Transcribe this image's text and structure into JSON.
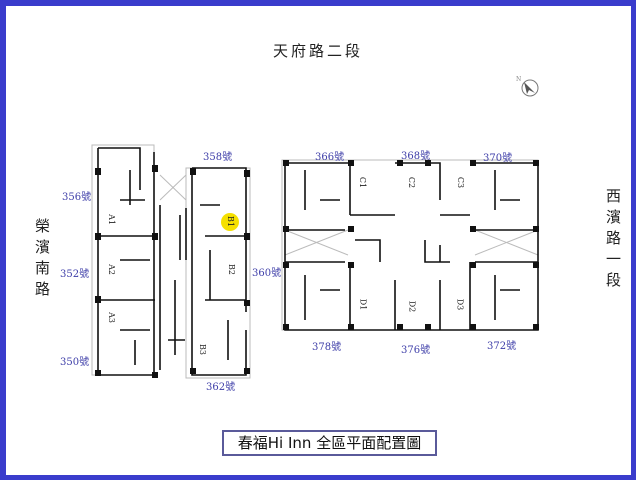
{
  "roads": {
    "top": "天府路二段",
    "left": "榮濱南路",
    "right": "西濱路一段"
  },
  "addresses": {
    "a356": "356號",
    "a358": "358號",
    "a352": "352號",
    "a360": "360號",
    "a350": "350號",
    "a362": "362號",
    "a366": "366號",
    "a368": "368號",
    "a370": "370號",
    "a378": "378號",
    "a376": "376號",
    "a372": "372號"
  },
  "units": {
    "A1": "A1",
    "A2": "A2",
    "A3": "A3",
    "B1": "B1",
    "B2": "B2",
    "B3": "B3",
    "C1": "C1",
    "C2": "C2",
    "C3": "C3",
    "D1": "D1",
    "D2": "D2",
    "D3": "D3"
  },
  "highlight_color": "#f5e000",
  "frame_color": "#3a3ccc",
  "title": "春福Hi Inn 全區平面配置圖",
  "compass_label": "N"
}
